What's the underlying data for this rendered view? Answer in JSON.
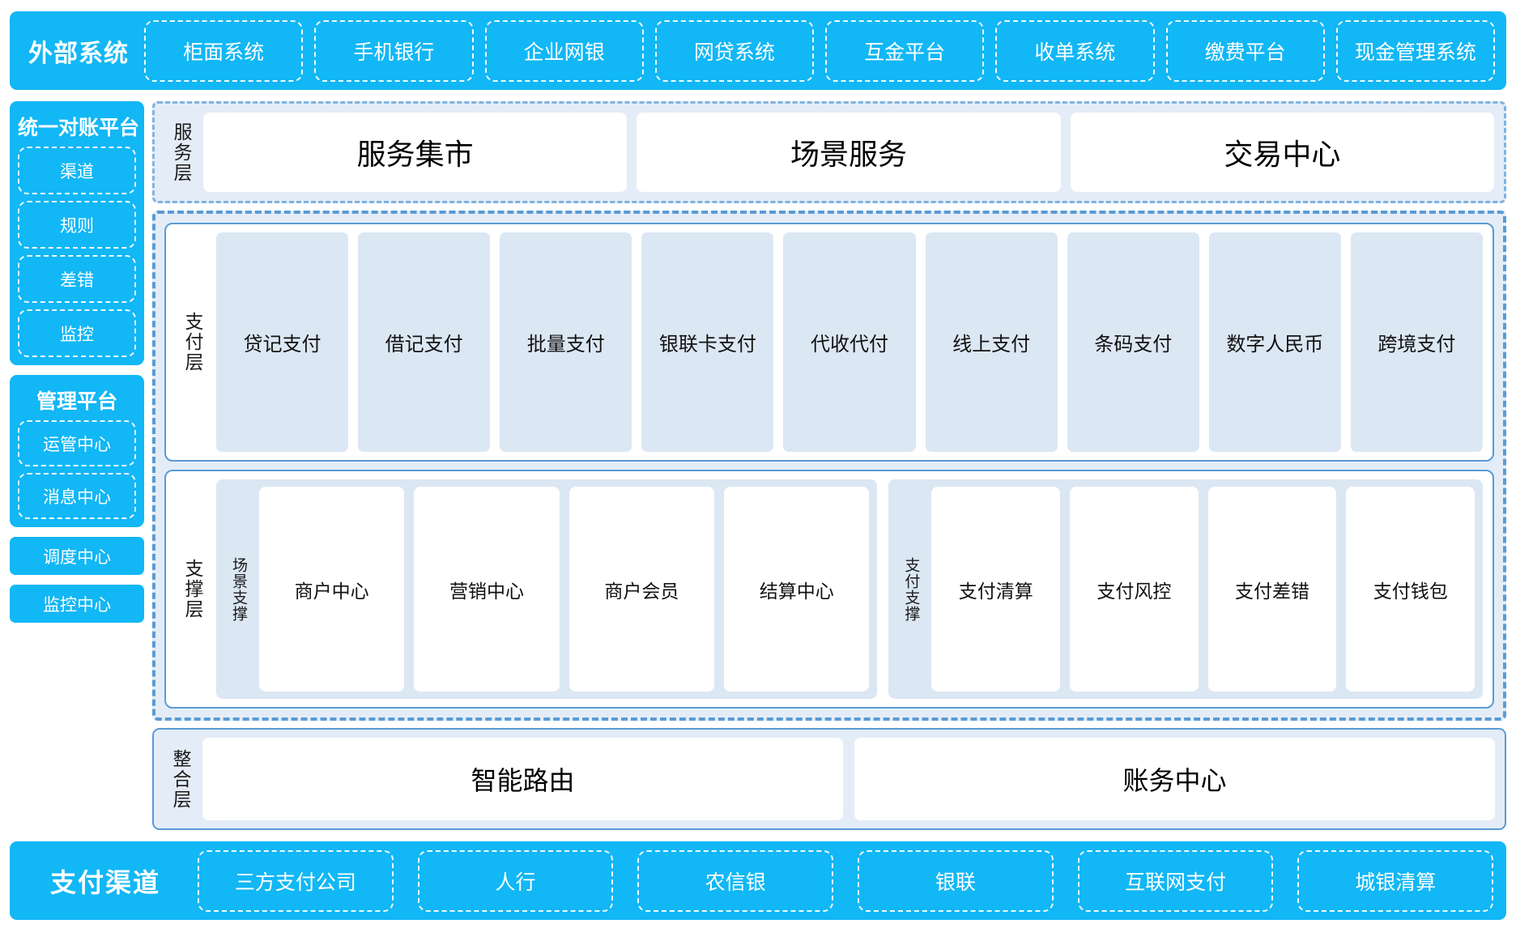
{
  "external_system": {
    "title": "外部系统",
    "items": [
      "柜面系统",
      "手机银行",
      "企业网银",
      "网贷系统",
      "互金平台",
      "收单系统",
      "缴费平台",
      "现金管理系统"
    ]
  },
  "sidebar": {
    "recon_platform": {
      "title": "统一对账平台",
      "items": [
        "渠道",
        "规则",
        "差错",
        "监控"
      ]
    },
    "mgmt_platform": {
      "title": "管理平台",
      "items": [
        "运管中心",
        "消息中心"
      ]
    },
    "standalone": [
      "调度中心",
      "监控中心"
    ]
  },
  "service_layer": {
    "label": "服务层",
    "cards": [
      "服务集市",
      "场景服务",
      "交易中心"
    ]
  },
  "payment_layer": {
    "label": "支付层",
    "cards": [
      "贷记支付",
      "借记支付",
      "批量支付",
      "银联卡支付",
      "代收代付",
      "线上支付",
      "条码支付",
      "数字人民币",
      "跨境支付"
    ]
  },
  "support_layer": {
    "label": "支撑层",
    "groups": [
      {
        "label": "场景支撑",
        "cards": [
          "商户中心",
          "营销中心",
          "商户会员",
          "结算中心"
        ]
      },
      {
        "label": "支付支撑",
        "cards": [
          "支付清算",
          "支付风控",
          "支付差错",
          "支付钱包"
        ]
      }
    ]
  },
  "integration_layer": {
    "label": "整合层",
    "cards": [
      "智能路由",
      "账务中心"
    ]
  },
  "payment_channel": {
    "title": "支付渠道",
    "items": [
      "三方支付公司",
      "人行",
      "农信银",
      "银联",
      "互联网支付",
      "城银清算"
    ]
  },
  "colors": {
    "brand_blue": "#12B7F5",
    "panel_fill": "#E4EDF7",
    "card_fill": "#DCE7F4",
    "border_blue": "#5A9BD5"
  }
}
